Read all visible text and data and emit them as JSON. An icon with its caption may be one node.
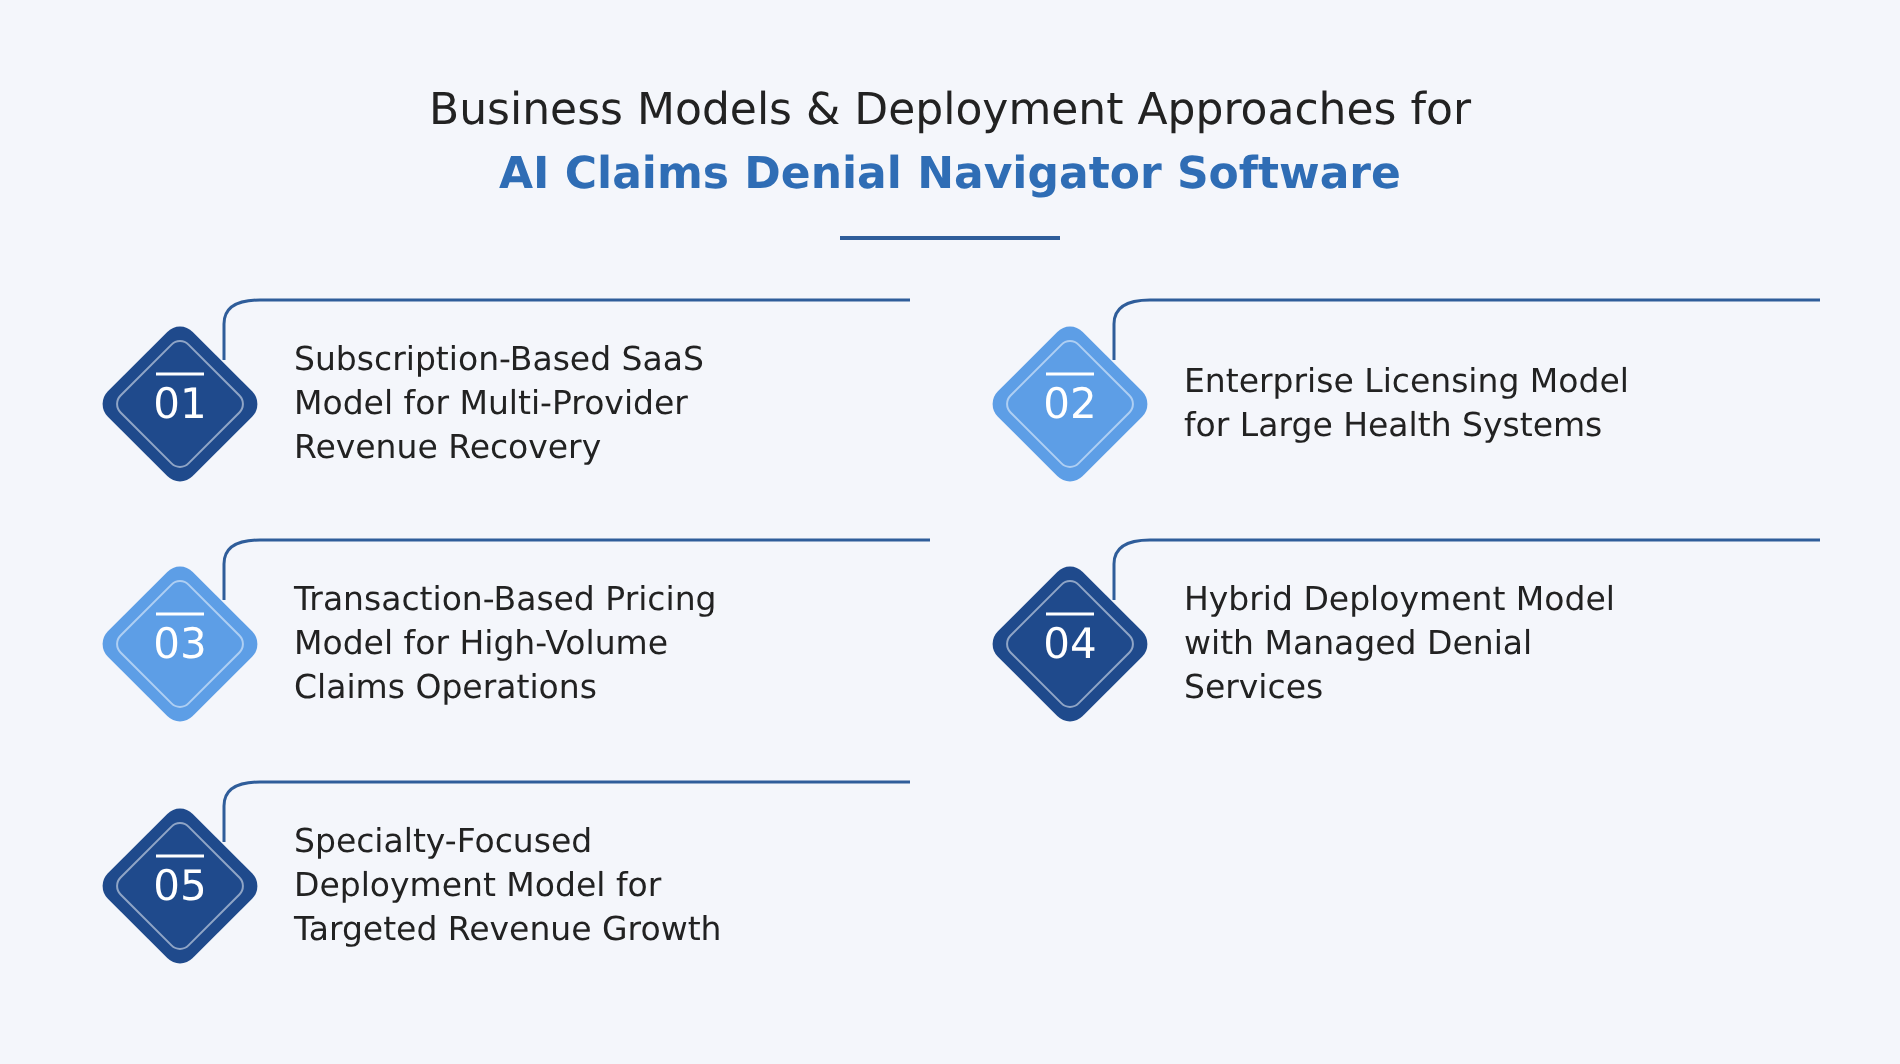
{
  "diagram": {
    "title": "Business Models & Deployment Approaches for **AI Claims Denial Navigator Software**",
    "nodes": [
      {
        "text": [
          "01"
        ],
        "beside": [
          "Subscription-Based SaaS Model for Multi-Provider Revenue Recovery"
        ]
      },
      {
        "text": [
          "02"
        ],
        "beside": [
          "Enterprise Licensing Model for Large Health Systems"
        ]
      },
      {
        "text": [
          "03"
        ],
        "beside": [
          "Transaction-Based Pricing Model for High-Volume Claims Operations"
        ]
      },
      {
        "text": [
          "04"
        ],
        "beside": [
          "Hybrid Deployment Model with Managed Denial Services"
        ]
      },
      {
        "text": [
          "05"
        ],
        "beside": [
          "Specialty-Focused Deployment Model for Targeted Revenue Growth"
        ]
      }
    ],
    "edges": []
  }
}
